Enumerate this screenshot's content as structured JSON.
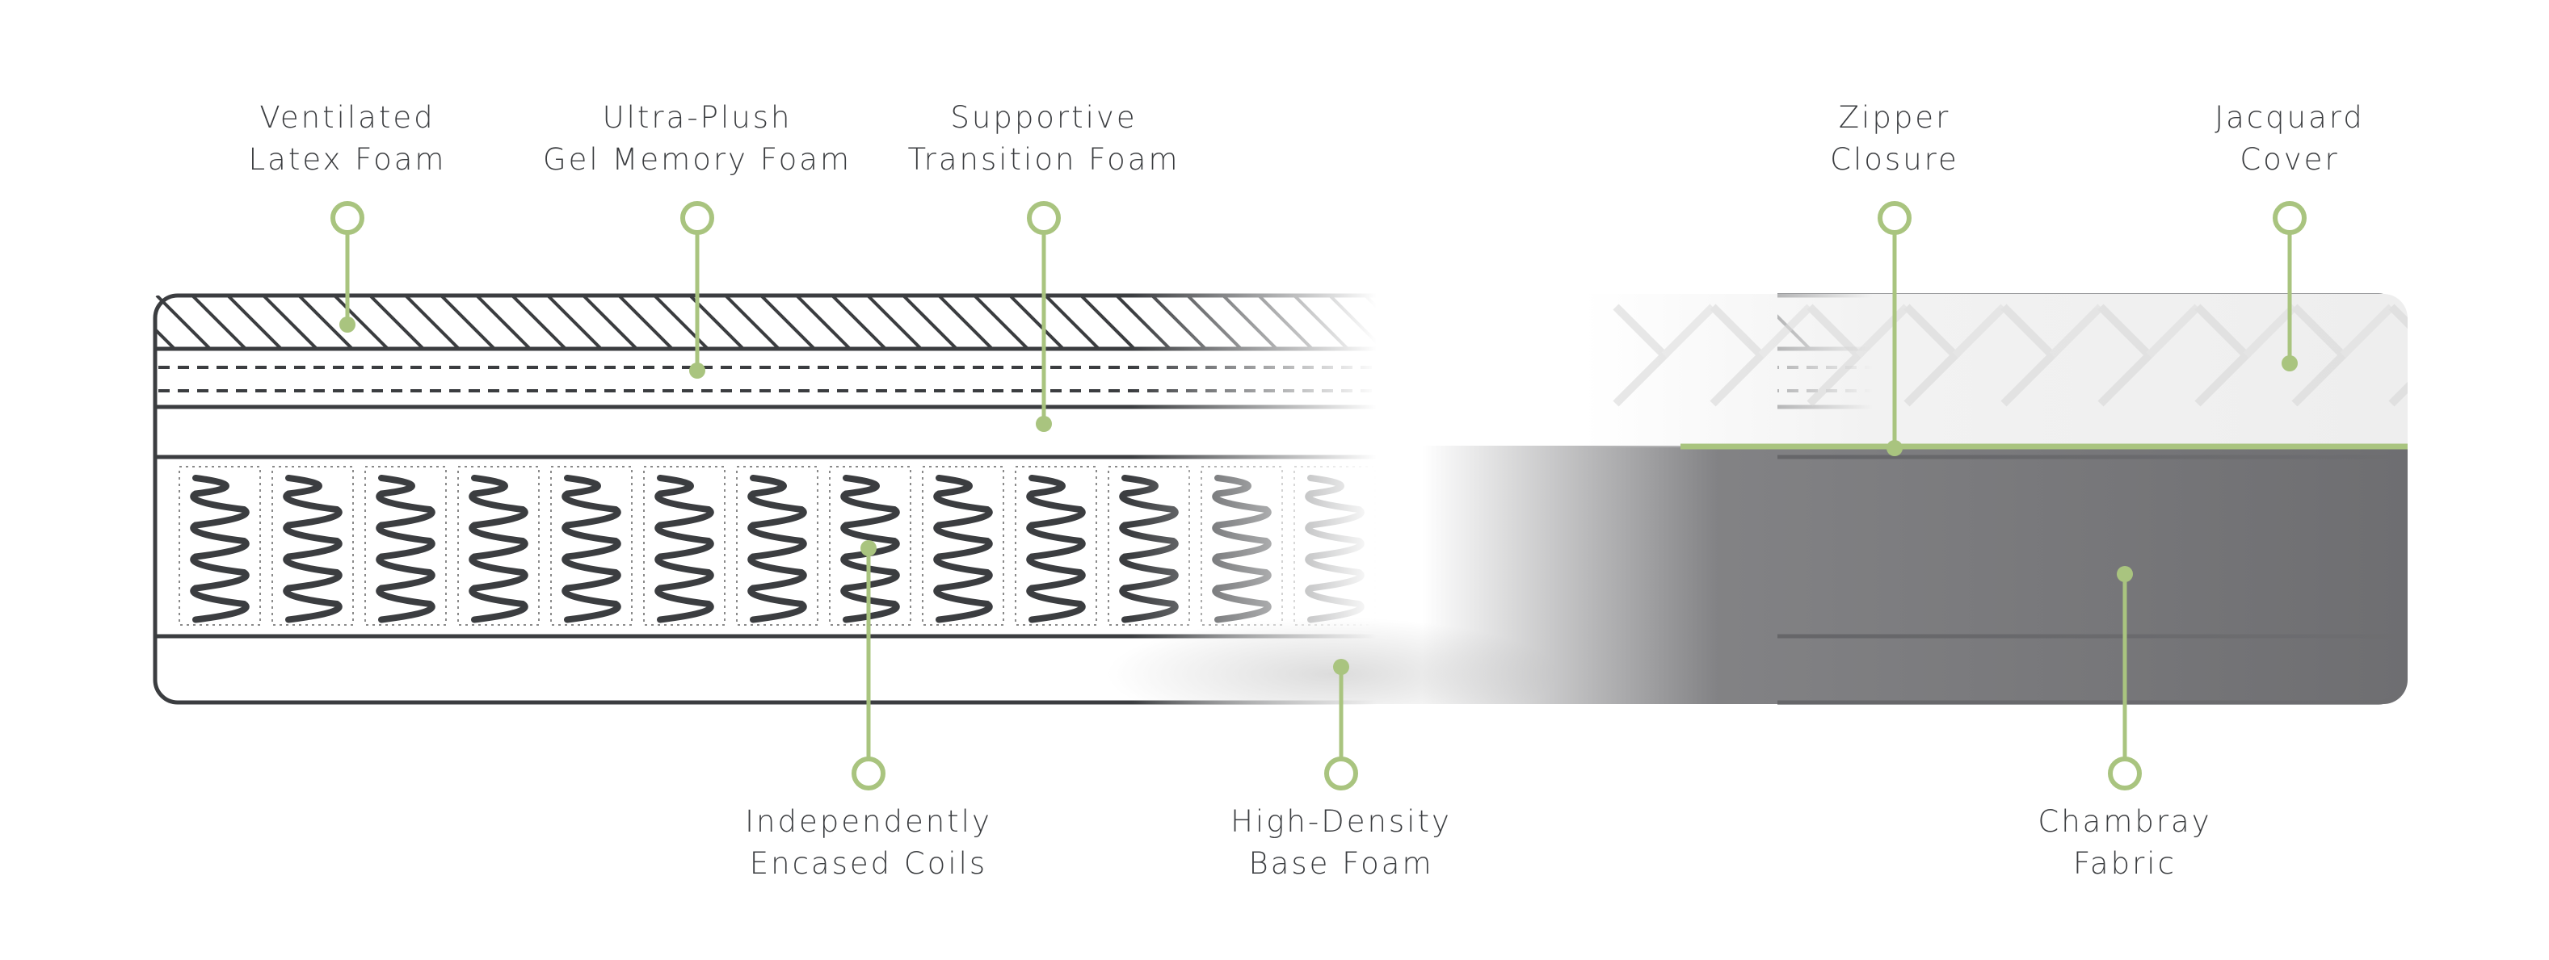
{
  "colors": {
    "outline": "#3b3d40",
    "accent": "#a9c47f",
    "fabric": "#6c6c6f",
    "cover": "#f2f2f2"
  },
  "labels": {
    "latex": {
      "line1": "Ventilated",
      "line2": "Latex Foam"
    },
    "gel": {
      "line1": "Ultra-Plush",
      "line2": "Gel Memory Foam"
    },
    "transition": {
      "line1": "Supportive",
      "line2": "Transition Foam"
    },
    "zipper": {
      "line1": "Zipper",
      "line2": "Closure"
    },
    "cover": {
      "line1": "Jacquard",
      "line2": "Cover"
    },
    "coils": {
      "line1": "Independently",
      "line2": "Encased Coils"
    },
    "base": {
      "line1": "High-Density",
      "line2": "Base Foam"
    },
    "fabric": {
      "line1": "Chambray",
      "line2": "Fabric"
    }
  }
}
